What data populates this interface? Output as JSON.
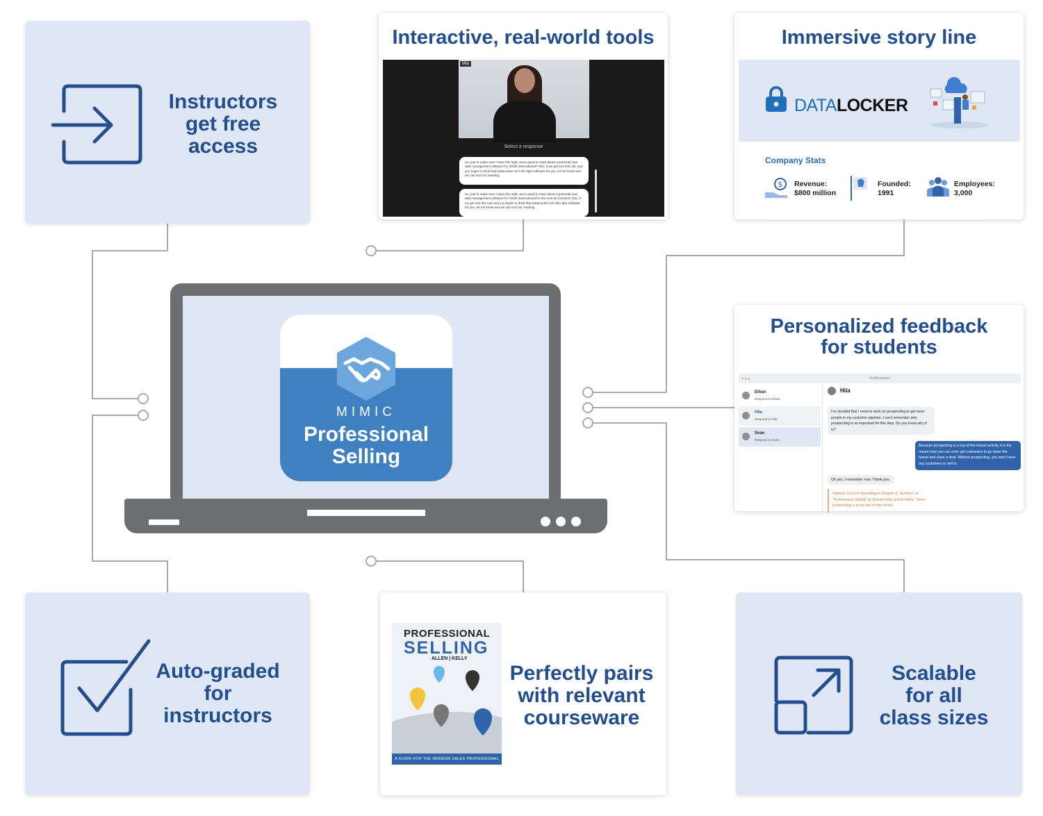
{
  "features": {
    "free_access": "Instructors\nget free\naccess",
    "auto_graded": "Auto-graded\nfor\ninstructors",
    "courseware": "Perfectly pairs\nwith relevant\ncourseware",
    "scalable": "Scalable\nfor all\nclass sizes"
  },
  "interactive_tools": {
    "title": "Interactive, real-world tools",
    "badge": "Mia",
    "prompt": "Select a response",
    "responses": [
      "So, just to make sure I have this right, we're good to meet about a potential new data management software for Smith International? Also, if we get into this call, and you begin to think that DataLocker isn't the right software for you, let me know and we can end our meeting.",
      "So, just to make sure I have this right, we're good to meet about a potential new data management software for Smith International for the next 30 minutes? Also, if we get into this call, and you begin to think that DataLocker isn't the right software for you, let me know and we can end our meeting."
    ]
  },
  "story_line": {
    "title": "Immersive story line",
    "logo_part1": "DATA",
    "logo_part2": "LOCKER",
    "stats_title": "Company Stats",
    "stats": [
      {
        "label": "Revenue:",
        "value": "$800 million",
        "icon": "money-icon"
      },
      {
        "label": "Founded:",
        "value": "1991",
        "icon": "flag-icon"
      },
      {
        "label": "Employees:",
        "value": "3,000",
        "icon": "people-icon"
      }
    ]
  },
  "feedback": {
    "title": "Personalized feedback\nfor students",
    "window_title": "Notifications",
    "contacts": [
      {
        "name": "Ethan",
        "sub": "Respond to Ethan"
      },
      {
        "name": "Hila",
        "sub": "Respond to Hila"
      },
      {
        "name": "Sean",
        "sub": "Respond to Sean"
      }
    ],
    "active_name": "Hila",
    "messages": {
      "in1": "I've decided that I need to work on prospecting to get more people in my customer pipeline. I can't remember why prospecting is so important for this step. Do you know why it is?",
      "out1": "Because prospecting is a top-of-the-funnel activity, it is the reason that you can even get customers to go down the funnel and close a deal. Without prospecting, you won't have any customers to sell to.",
      "in2": "Oh yes, I remember now. Thank you.",
      "optimal": "Optimal: Correct! According to Chapter 6, Section 1 of \"Professional Selling\" by Donald Kelly and BJ Allen, \"since prospecting is at the top of that funnel"
    }
  },
  "app": {
    "brand": "MIMIC",
    "title": "Professional\nSelling"
  },
  "book": {
    "title_line1": "PROFESSIONAL",
    "title_line2": "SELLING",
    "authors": "ALLEN | KELLY",
    "footer": "A GUIDE FOR THE MODERN SALES PROFESSIONAL"
  },
  "colors": {
    "brand_blue": "#234e8e",
    "card_blue": "#dfe7f4",
    "app_blue": "#3f80c1",
    "laptop_gray": "#6d6e71"
  }
}
